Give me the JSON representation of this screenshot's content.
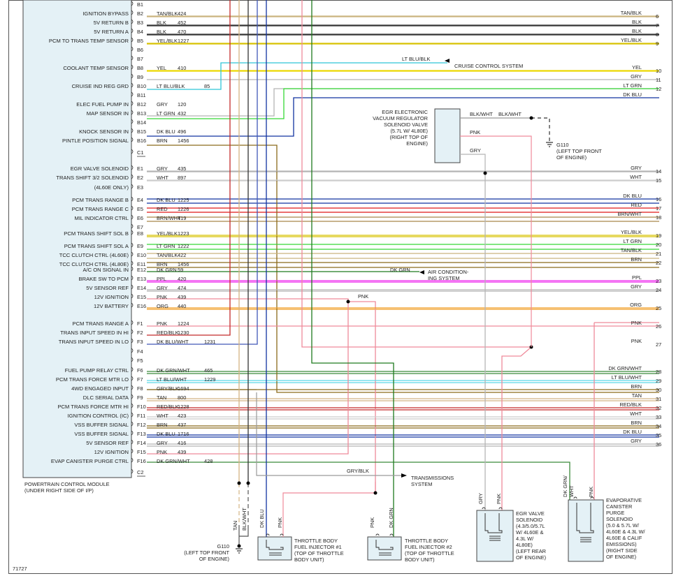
{
  "wire_colors": {
    "TAN/BLK": "#c9b37e",
    "BLK": "#333333",
    "YEL/BLK": "#d8c200",
    "YEL": "#ecd800",
    "LT BLU/BLK": "#2ec5d8",
    "GRY": "#b5b5b5",
    "LT GRN": "#36d836",
    "DK BLU": "#1233a0",
    "BRN": "#8a6a1a",
    "WHT": "#cccccc",
    "RED": "#e01818",
    "BRN/WHT": "#a8884a",
    "TAN": "#d4b483",
    "DK GRN": "#1e7a1e",
    "PPL": "#ee22ee",
    "PNK": "#ef8a9a",
    "ORG": "#f09a1e",
    "RED/BLK": "#c42a2a",
    "DK BLU/WHT": "#4058b8",
    "DK GRN/WHT": "#3b8a3b",
    "LT BLU/WHT": "#5ad6e6",
    "GRY/BLK": "#9a9a9a"
  },
  "pcm": {
    "title": "POWERTRAIN CONTROL MODULE",
    "subtitle": "(UNDER RIGHT SIDE OF I/P)"
  },
  "circuits": [
    {
      "pin": "B1",
      "label": "",
      "code": "",
      "num": "",
      "end": ""
    },
    {
      "pin": "B2",
      "label": "IGNITION BYPASS",
      "code": "TAN/BLK",
      "num": "424",
      "end": "6"
    },
    {
      "pin": "B3",
      "label": "5V RETURN B",
      "code": "BLK",
      "num": "452",
      "end": "7"
    },
    {
      "pin": "B4",
      "label": "5V RETURN A",
      "code": "BLK",
      "num": "470",
      "end": "8"
    },
    {
      "pin": "B5",
      "label": "PCM TO TRANS TEMP SENSOR",
      "code": "YEL/BLK",
      "num": "1227",
      "end": "9"
    },
    {
      "pin": "B6",
      "label": "",
      "code": "",
      "num": "",
      "end": ""
    },
    {
      "pin": "B7",
      "label": "",
      "code": "",
      "num": "",
      "end": ""
    },
    {
      "pin": "B8",
      "label": "COOLANT TEMP SENSOR",
      "code": "YEL",
      "num": "410",
      "end": "10"
    },
    {
      "pin": "B9",
      "label": "",
      "code": "",
      "num": "",
      "end": "11"
    },
    {
      "pin": "B10",
      "label": "CRUISE IND REG GRD",
      "code": "LT BLU/BLK",
      "num": "85",
      "end": ""
    },
    {
      "pin": "B11",
      "label": "",
      "code": "",
      "num": "",
      "end": "12"
    },
    {
      "pin": "B12",
      "label": "ELEC FUEL PUMP IN",
      "code": "GRY",
      "num": "120",
      "end": ""
    },
    {
      "pin": "B13",
      "label": "MAP SENSOR IN",
      "code": "LT GRN",
      "num": "432",
      "end": ""
    },
    {
      "pin": "B14",
      "label": "",
      "code": "",
      "num": "",
      "end": ""
    },
    {
      "pin": "B15",
      "label": "KNOCK SENSOR IN",
      "code": "DK BLU",
      "num": "496",
      "end": ""
    },
    {
      "pin": "B16",
      "label": "PINTLE POSITION SIGNAL",
      "code": "BRN",
      "num": "1456",
      "end": ""
    },
    {
      "pin": "C1",
      "label": "",
      "code": "",
      "num": "",
      "end": ""
    },
    {
      "pin": "E1",
      "label": "EGR VALVE SOLENOID",
      "code": "GRY",
      "num": "435",
      "end": "14"
    },
    {
      "pin": "E2",
      "label": "TRANS SHIFT 3/2 SOLENOID",
      "code": "WHT",
      "num": "897",
      "end": "15"
    },
    {
      "pin": "E3",
      "label": "(4L60E ONLY)",
      "code": "",
      "num": "",
      "end": ""
    },
    {
      "pin": "E4",
      "label": "PCM TRANS RANGE B",
      "code": "DK BLU",
      "num": "1225",
      "end": "16"
    },
    {
      "pin": "E5",
      "label": "PCM TRANS RANGE C",
      "code": "RED",
      "num": "1226",
      "end": "17"
    },
    {
      "pin": "E6",
      "label": "MIL INDICATOR CTRL",
      "code": "BRN/WHT",
      "num": "419",
      "end": "18"
    },
    {
      "pin": "E7",
      "label": "",
      "code": "",
      "num": "",
      "end": ""
    },
    {
      "pin": "E8",
      "label": "PCM TRANS SHIFT SOL B",
      "code": "YEL/BLK",
      "num": "1223",
      "end": "19"
    },
    {
      "pin": "E9",
      "label": "PCM TRANS SHIFT SOL A",
      "code": "LT GRN",
      "num": "1222",
      "end": "20"
    },
    {
      "pin": "E10",
      "label": "TCC CLUTCH CTRL    (4L60E)",
      "code": "TAN/BLK",
      "num": "422",
      "end": "21"
    },
    {
      "pin": "E11",
      "label": "TCC CLUTCH CTRL    (4L80E)",
      "code": "BRN",
      "num": "1456",
      "end": "22"
    },
    {
      "pin": "E12",
      "label": "A/C ON SIGNAL IN",
      "code": "DK GRN",
      "num": "59",
      "end": ""
    },
    {
      "pin": "E13",
      "label": "BRAKE SW TO PCM",
      "code": "PPL",
      "num": "420",
      "end": "23"
    },
    {
      "pin": "E14",
      "label": "5V SENSOR REF",
      "code": "GRY",
      "num": "474",
      "end": "24"
    },
    {
      "pin": "E15",
      "label": "12V IGNITION",
      "code": "PNK",
      "num": "439",
      "end": ""
    },
    {
      "pin": "E16",
      "label": "12V BATTERY",
      "code": "ORG",
      "num": "440",
      "end": "25"
    },
    {
      "pin": "F1",
      "label": "PCM TRANS RANGE A",
      "code": "PNK",
      "num": "1224",
      "end": "26"
    },
    {
      "pin": "F2",
      "label": "TRANS INPUT SPEED IN HI",
      "code": "RED/BLK",
      "num": "1230",
      "end": ""
    },
    {
      "pin": "F3",
      "label": "TRANS INPUT SPEED IN LO",
      "code": "DK BLU/WHT",
      "num": "1231",
      "end": "27"
    },
    {
      "pin": "F4",
      "label": "",
      "code": "",
      "num": "",
      "end": ""
    },
    {
      "pin": "F5",
      "label": "",
      "code": "",
      "num": "",
      "end": ""
    },
    {
      "pin": "F6",
      "label": "FUEL PUMP RELAY CTRL",
      "code": "DK GRN/WHT",
      "num": "465",
      "end": "28"
    },
    {
      "pin": "F7",
      "label": "PCM TRANS FORCE MTR LO",
      "code": "LT BLU/WHT",
      "num": "1229",
      "end": "29"
    },
    {
      "pin": "F8",
      "label": "4WD ENGAGED INPUT",
      "code": "GRY/BLK",
      "num": "1694",
      "end": "30"
    },
    {
      "pin": "F9",
      "label": "DLC SERIAL DATA",
      "code": "TAN",
      "num": "800",
      "end": "31"
    },
    {
      "pin": "F10",
      "label": "PCM TRANS FORCE MTR HI",
      "code": "RED/BLK",
      "num": "1228",
      "end": "32"
    },
    {
      "pin": "F11",
      "label": "IGNITION CONTROL (IC)",
      "code": "WHT",
      "num": "423",
      "end": "33"
    },
    {
      "pin": "F12",
      "label": "VSS BUFFER SIGNAL",
      "code": "BRN",
      "num": "437",
      "end": "34"
    },
    {
      "pin": "F13",
      "label": "VSS BUFFER SIGNAL",
      "code": "DK BLU",
      "num": "1716",
      "end": "35"
    },
    {
      "pin": "F14",
      "label": "5V SENSOR REF",
      "code": "GRY",
      "num": "416",
      "end": "36"
    },
    {
      "pin": "F15",
      "label": "12V IGNITION",
      "code": "PNK",
      "num": "439",
      "end": ""
    },
    {
      "pin": "F16",
      "label": "EVAP CANISTER PURGE CTRL",
      "code": "DK GRN/WHT",
      "num": "428",
      "end": ""
    },
    {
      "pin": "C2",
      "label": "",
      "code": "",
      "num": "",
      "end": ""
    }
  ],
  "right_labels": {
    "r6": "TAN/BLK",
    "r7": "BLK",
    "r8": "BLK",
    "r9": "YEL/BLK",
    "r10": "YEL",
    "r11": "GRY",
    "r12": "LT GRN",
    "r13": "DK BLU",
    "r14": "GRY",
    "r15": "WHT",
    "r16": "DK BLU",
    "r17": "RED",
    "r18": "BRN/WHT",
    "r19": "YEL/BLK",
    "r20": "LT GRN",
    "r21": "TAN/BLK",
    "r22": "BRN",
    "r23": "PPL",
    "r24": "GRY",
    "r25": "ORG",
    "r26": "PNK",
    "r27": "PNK",
    "r28": "DK GRN/WHT",
    "r29": "LT BLU/WHT",
    "r30": "BRN",
    "r31": "TAN",
    "r32": "RED/BLK",
    "r33": "WHT",
    "r34": "BRN",
    "r35": "DK BLU",
    "r36": "GRY"
  },
  "notes": {
    "cruise_wire": "LT BLU/BLK",
    "cruise_system": "CRUISE CONTROL SYSTEM",
    "egr_reg_1": "EGR ELECTRONIC",
    "egr_reg_2": "VACUUM REGULATOR",
    "egr_reg_3": "SOLENOID VALVE",
    "egr_reg_4": "(5.7L W/ 4L80E)",
    "egr_reg_5": "(RIGHT TOP OF",
    "egr_reg_6": "ENGINE)",
    "egr_reg_w1": "BLK/WHT",
    "egr_reg_w2": "BLK/WHT",
    "egr_reg_w3": "PNK",
    "egr_reg_w4": "GRY",
    "g110_top": "G110",
    "g110_top_2": "(LEFT TOP FRONT",
    "g110_top_3": "OF ENGINE)",
    "ac_wire": "DK GRN",
    "ac_1": "AIR CONDITION-",
    "ac_2": "ING SYSTEM",
    "pnk_splice": "PNK",
    "trans_wire": "GRY/BLK",
    "trans_1": "TRANSMISSIONS",
    "trans_2": "SYSTEM",
    "g110_bot": "G110",
    "g110_bot_2": "(LEFT TOP FRONT",
    "g110_bot_3": "OF ENGINE)",
    "tan": "TAN",
    "blkwht": "BLK/WHT",
    "dkblu": "DK BLU",
    "pnk1": "PNK",
    "pnk2": "PNK",
    "dkgrn": "DK GRN",
    "inj1_1": "THROTTLE BODY",
    "inj1_2": "FUEL INJECTOR #1",
    "inj1_3": "(TOP OF THROTTLE",
    "inj1_4": "BODY UNIT)",
    "inj2_1": "THROTTLE BODY",
    "inj2_2": "FUEL INJECTOR #2",
    "inj2_3": "(TOP OF THROTTLE",
    "inj2_4": "BODY UNIT)",
    "egr_gry": "GRY",
    "egr_pnk": "PNK",
    "egr_1": "EGR VALVE",
    "egr_2": "SOLENOID",
    "egr_3": "(4.3/5.0/5.7L",
    "egr_4": "W/ 4L60E &",
    "egr_5": "4.3L W/",
    "egr_6": "4L80E)",
    "egr_7": "(LEFT REAR",
    "egr_8": "OF ENGINE)",
    "evap_w1": "DK GRN/",
    "evap_w2": "WHT",
    "evap_pnk": "PNK",
    "evap_1": "EVAPORATIVE",
    "evap_2": "CANISTER",
    "evap_3": "PURGE",
    "evap_4": "SOLENOID",
    "evap_5": "(5.0 & 5.7L W/",
    "evap_6": "4L60E & 4.3L W/",
    "evap_7": "4L60E & CALIF",
    "evap_8": "EMISSIONS)",
    "evap_9": "(RIGHT SIDE",
    "evap_10": "OF ENGINE)",
    "fig_num": "71727"
  }
}
